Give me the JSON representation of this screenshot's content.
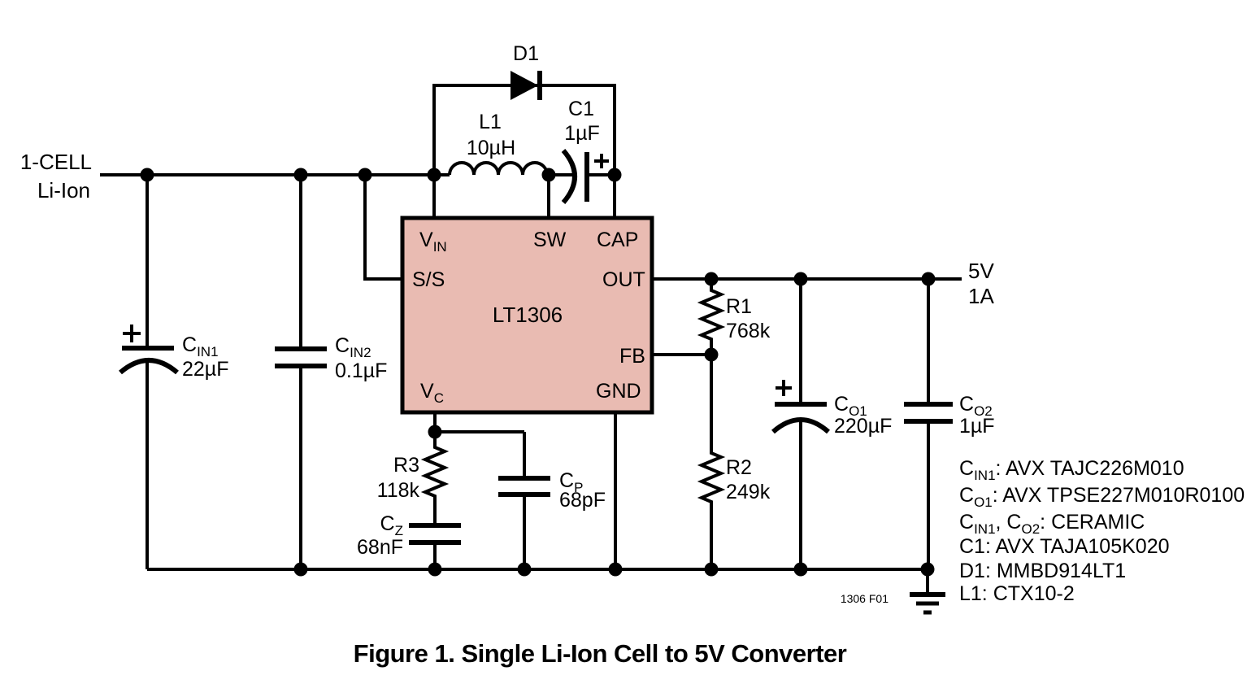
{
  "figure": {
    "caption": "Figure 1. Single Li-Ion Cell to 5V Converter",
    "fig_id": "1306 F01"
  },
  "colors": {
    "ic_fill": "#e9bbb2",
    "line": "#000000",
    "background": "#ffffff"
  },
  "input": {
    "line1": "1-CELL",
    "line2": "Li-Ion"
  },
  "output": {
    "line1": "5V",
    "line2": "1A"
  },
  "ic": {
    "part": "LT1306",
    "pins": {
      "vin_base": "V",
      "vin_sub": "IN",
      "ss": "S/S",
      "vc_base": "V",
      "vc_sub": "C",
      "sw": "SW",
      "cap": "CAP",
      "out": "OUT",
      "fb": "FB",
      "gnd": "GND"
    }
  },
  "components": {
    "d1": {
      "ref": "D1"
    },
    "l1": {
      "ref": "L1",
      "value": "10µH"
    },
    "c1": {
      "ref": "C1",
      "value": "1µF"
    },
    "cin1": {
      "ref_base": "C",
      "ref_sub": "IN1",
      "value": "22µF"
    },
    "cin2": {
      "ref_base": "C",
      "ref_sub": "IN2",
      "value": "0.1µF"
    },
    "r1": {
      "ref": "R1",
      "value": "768k"
    },
    "r2": {
      "ref": "R2",
      "value": "249k"
    },
    "r3": {
      "ref": "R3",
      "value": "118k"
    },
    "cz": {
      "ref_base": "C",
      "ref_sub": "Z",
      "value": "68nF"
    },
    "cp": {
      "ref_base": "C",
      "ref_sub": "P",
      "value": "68pF"
    },
    "co1": {
      "ref_base": "C",
      "ref_sub": "O1",
      "value": "220µF"
    },
    "co2": {
      "ref_base": "C",
      "ref_sub": "O2",
      "value": "1µF"
    }
  },
  "notes": {
    "n1": {
      "a": "C",
      "a_sub": "IN1",
      "b": ": AVX TAJC226M010"
    },
    "n2": {
      "a": "C",
      "a_sub": "O1",
      "b": ": AVX TPSE227M010R0100"
    },
    "n3": {
      "a": "C",
      "a_sub": "IN1",
      "b": ", C",
      "c_sub": "O2",
      "d": ": CERAMIC"
    },
    "n4": {
      "a": "C1: AVX TAJA105K020"
    },
    "n5": {
      "a": "D1: MMBD914LT1"
    },
    "n6": {
      "a": "L1: CTX10-2"
    }
  }
}
